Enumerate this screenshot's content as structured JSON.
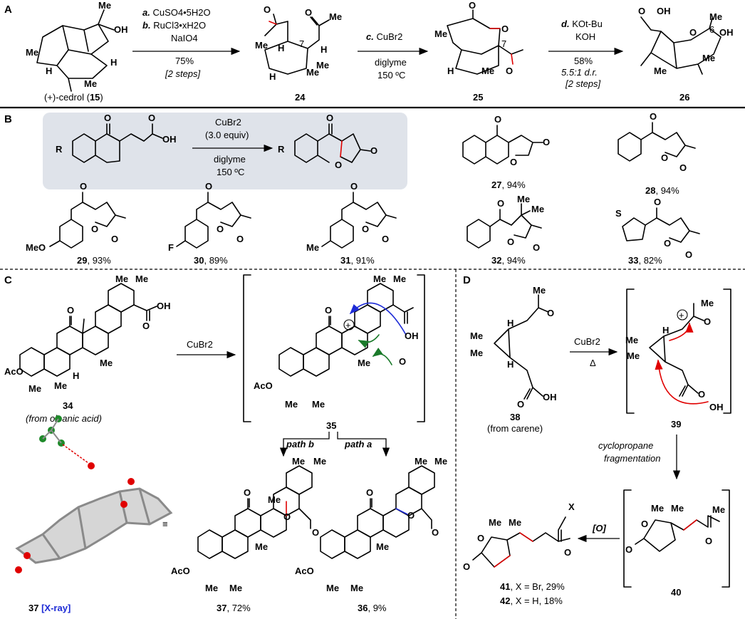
{
  "panels": {
    "A": "A",
    "B": "B",
    "C": "C",
    "D": "D"
  },
  "panel_a": {
    "start_label_pre": "(+)-cedrol (",
    "start_label_num": "15",
    "start_label_post": ")",
    "step1": {
      "a_letter": "a.",
      "a_reagent": "CuSO4•5H2O",
      "b_letter": "b.",
      "b_reagent": "RuCl3•xH2O",
      "b_reagent2": "NaIO4",
      "yield": "75%",
      "note": "[2 steps]"
    },
    "cmpd24": "24",
    "step2": {
      "c_letter": "c.",
      "reagent": "CuBr2",
      "solvent": "diglyme",
      "temp": "150 ºC"
    },
    "cmpd25": "25",
    "step3": {
      "d_letter": "d.",
      "reagent1": "KOt-Bu",
      "reagent2": "KOH",
      "yield": "58%",
      "dr": "5.5:1 d.r.",
      "note": "[2 steps]"
    },
    "cmpd26": "26",
    "atom_labels": {
      "me": "Me",
      "oh": "OH",
      "h": "H",
      "o": "O",
      "n7": "7",
      "n6": "6"
    }
  },
  "panel_b": {
    "reagent": "CuBr2",
    "equiv": "(3.0 equiv)",
    "solvent": "diglyme",
    "temp": "150 ºC",
    "r": "R",
    "products": [
      {
        "num": "27",
        "yield": ", 94%"
      },
      {
        "num": "28",
        "yield": ", 94%"
      },
      {
        "num": "29",
        "yield": ", 93%"
      },
      {
        "num": "30",
        "yield": ", 89%"
      },
      {
        "num": "31",
        "yield": ", 91%"
      },
      {
        "num": "32",
        "yield": ", 94%"
      },
      {
        "num": "33",
        "yield": ", 82%"
      }
    ],
    "subst": {
      "meo": "MeO",
      "f": "F",
      "me": "Me",
      "s": "S"
    }
  },
  "panel_c": {
    "cmpd34": "34",
    "from": "(from oleanic acid)",
    "reagent": "CuBr2",
    "cmpd35": "35",
    "path_b": "path b",
    "path_a": "path a",
    "cmpd37": "37",
    "yield37": ", 72%",
    "cmpd36": "36",
    "yield36": ", 9%",
    "xray_num": "37",
    "xray_label": "[X-ray]",
    "equiv_sign": "≡",
    "aco": "AcO"
  },
  "panel_d": {
    "cmpd38": "38",
    "from": "(from carene)",
    "reagent": "CuBr2",
    "delta": "Δ",
    "cmpd39": "39",
    "frag1": "cyclopropane",
    "frag2": "fragmentation",
    "ox": "[O]",
    "cmpd40": "40",
    "p41_num": "41",
    "p41_text": ", X = Br, 29%",
    "p42_num": "42",
    "p42_text": ", X = H, 18%",
    "x": "X"
  },
  "colors": {
    "red": "#e00000",
    "green": "#1a7a2a",
    "blue": "#1d2bd6",
    "panel_b_box": "#dfe3ea"
  }
}
